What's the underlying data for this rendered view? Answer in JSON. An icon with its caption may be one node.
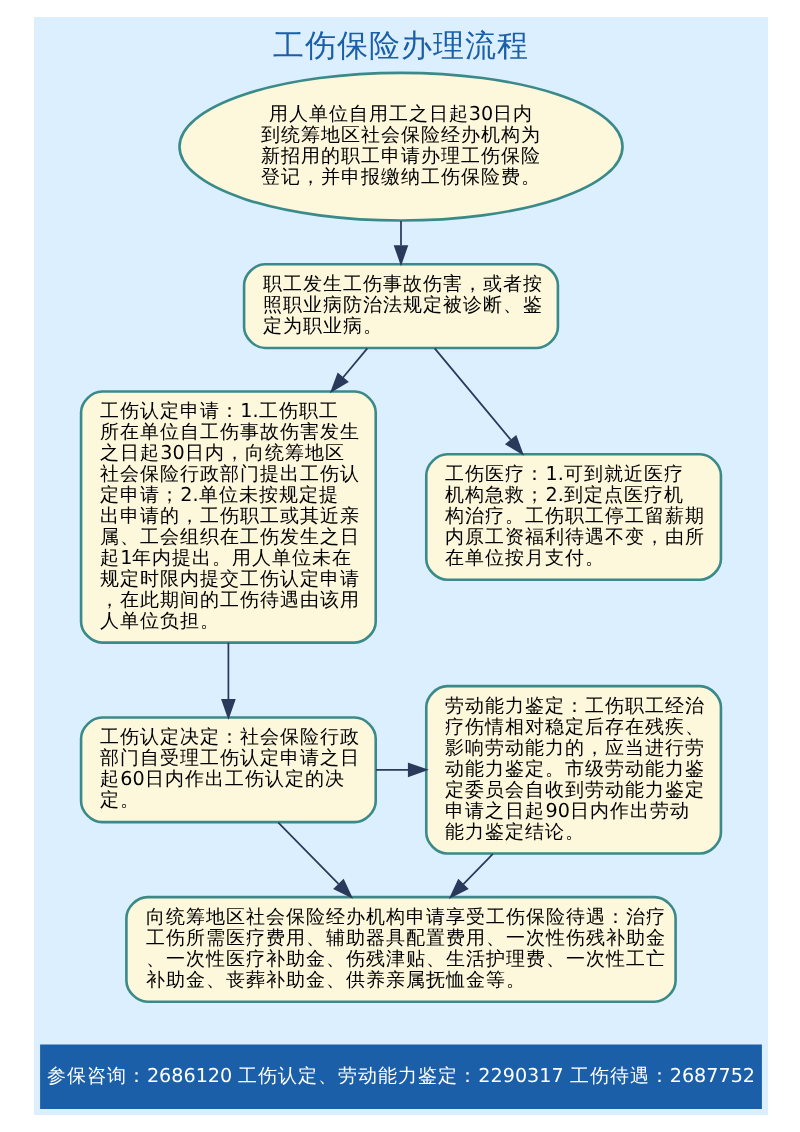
{
  "diagram": {
    "title": "工伤保险办理流程",
    "nodes": [
      {
        "text": [
          "用人单位自用工之日起30日内到统筹地区社会保险经办机构为新招用的职工申请办理工伤保险登记，并申报缴纳工伤保险费。"
        ]
      },
      {
        "text": [
          "职工发生工伤事故伤害，或者按照职业病防治法规定被诊断、鉴定为职业病。"
        ]
      },
      {
        "text": [
          "工伤认定申请：1.工伤职工所在单位自工伤事故伤害发生之日起30日内，向统筹地区社会保险行政部门提出工伤认定申请；2.单位未按规定提出申请的，工伤职工或其近亲属、工会组织在工伤发生之日起1年内提出。用人单位未在规定时限内提交工伤认定申请，在此期间的工伤待遇由该用人单位负担。"
        ]
      },
      {
        "text": [
          "工伤医疗：1.可到就近医疗机构急救；2.到定点医疗机构治疗。工伤职工停工留薪期内原工资福利待遇不变，由所在单位按月支付。"
        ]
      },
      {
        "text": [
          "工伤认定决定：社会保险行政部门自受理工伤认定申请之日起60日内作出工伤认定的决定。"
        ]
      },
      {
        "text": [
          "劳动能力鉴定：工伤职工经治疗伤情相对稳定后存在残疾、影响劳动能力的，应当进行劳动能力鉴定。市级劳动能力鉴定委员会自收到劳动能力鉴定申请之日起90日内作出劳动能力鉴定结论。"
        ]
      },
      {
        "text": [
          "向统筹地区社会保险经办机构申请享受工伤保险待遇：治疗工伤所需医疗费用、辅助器具配置费用、一次性伤残补助金、一次性医疗补助金、伤残津贴、生活护理费、一次性工亡补助金、丧葬补助金、供养亲属抚恤金等。"
        ]
      }
    ],
    "edges": [
      {
        "from": 0,
        "to": 1,
        "arrow": "to"
      },
      {
        "from": 1,
        "to": 2,
        "arrow": "to"
      },
      {
        "from": 1,
        "to": 3,
        "arrow": "to"
      },
      {
        "from": 2,
        "to": 4,
        "arrow": "to"
      },
      {
        "from": 4,
        "to": 5,
        "arrow": "to"
      },
      {
        "from": 4,
        "to": 6,
        "arrow": "to"
      },
      {
        "from": 5,
        "to": 6,
        "arrow": "to"
      }
    ],
    "labels": [
      "参保咨询：2686120 工伤认定、劳动能力鉴定：2290317 工伤待遇：2687752"
    ]
  }
}
